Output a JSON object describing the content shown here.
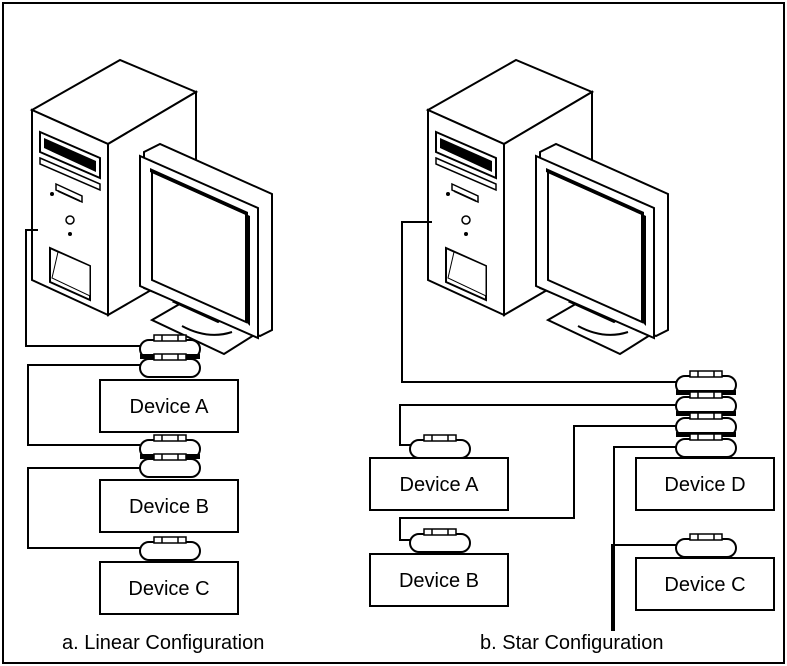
{
  "linear": {
    "caption": "a. Linear Configuration",
    "devices": [
      "Device A",
      "Device B",
      "Device C"
    ]
  },
  "star": {
    "caption": "b. Star Configuration",
    "devices": [
      "Device A",
      "Device D",
      "Device B",
      "Device C"
    ]
  }
}
